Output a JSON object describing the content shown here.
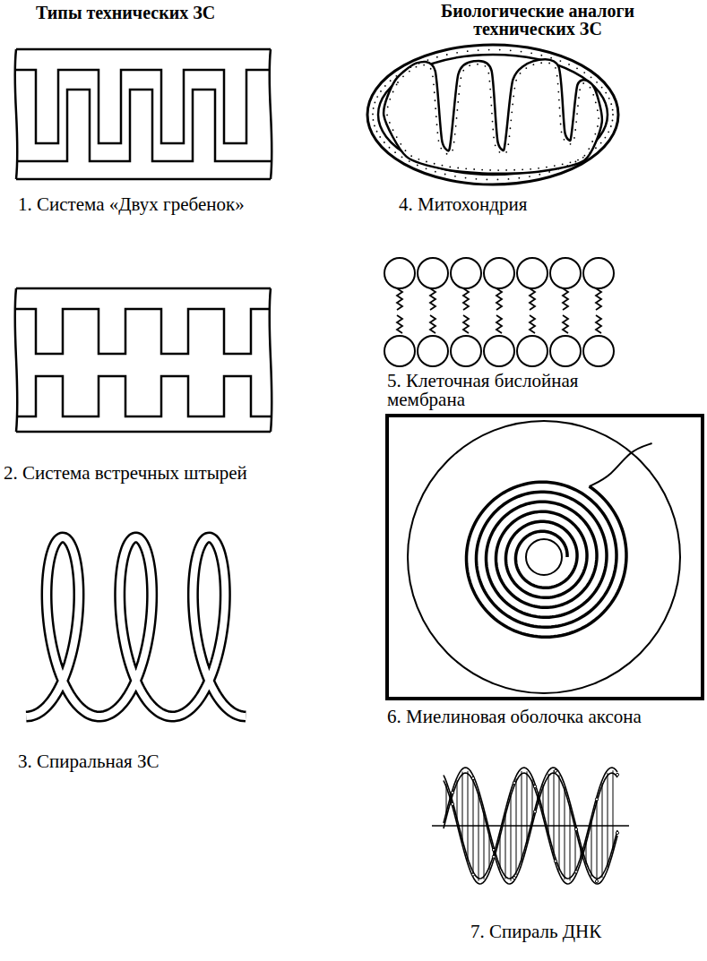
{
  "diagram": {
    "labels": [
      "Типы технических ЗС",
      "Биологические аналоги технических ЗС",
      "1. Система «Двух гребенок»",
      "2. Система встречных штырей",
      "3. Спиральная ЗС",
      "4. Митохондрия",
      "5. Клеточная бислойная мембрана",
      "6. Миелиновая оболочка аксона",
      "7. Спираль ДНК"
    ]
  }
}
